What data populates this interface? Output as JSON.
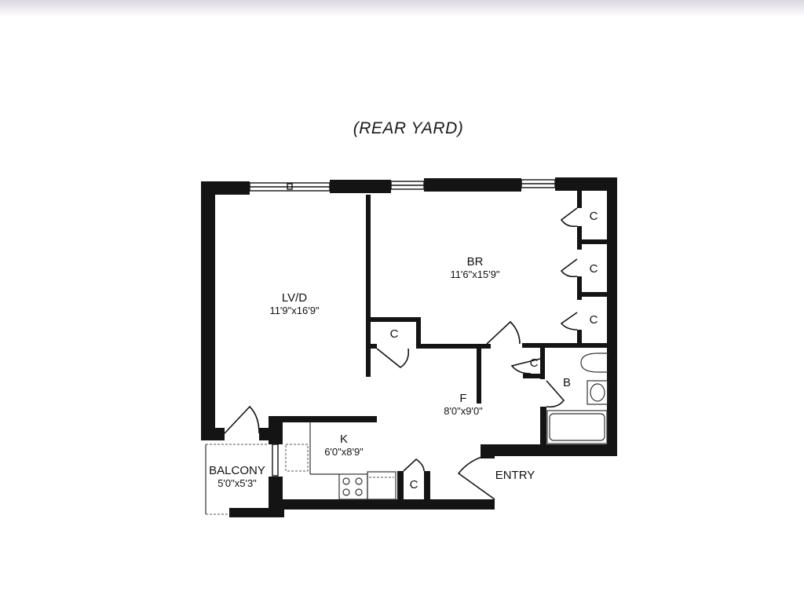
{
  "title": "(REAR YARD)",
  "rooms": {
    "living_dining": {
      "name": "LV/D",
      "dims": "11'9\"x16'9\""
    },
    "bedroom": {
      "name": "BR",
      "dims": "11'6\"x15'9\""
    },
    "foyer": {
      "name": "F",
      "dims": "8'0\"x9'0\""
    },
    "kitchen": {
      "name": "K",
      "dims": "6'0\"x8'9\""
    },
    "balcony": {
      "name": "BALCONY",
      "dims": "5'0\"x5'3\""
    },
    "bath": {
      "name": "B"
    },
    "entry": {
      "name": "ENTRY"
    }
  },
  "closets": [
    {
      "label": "C",
      "location": "bedroom-top-right"
    },
    {
      "label": "C",
      "location": "bedroom-middle-right"
    },
    {
      "label": "C",
      "location": "bedroom-bottom-right"
    },
    {
      "label": "C",
      "location": "bedroom-lower-left"
    },
    {
      "label": "C",
      "location": "foyer-near-bath"
    },
    {
      "label": "C",
      "location": "kitchen-entry"
    }
  ],
  "colors": {
    "wall": "#141414",
    "background": "#ffffff"
  }
}
